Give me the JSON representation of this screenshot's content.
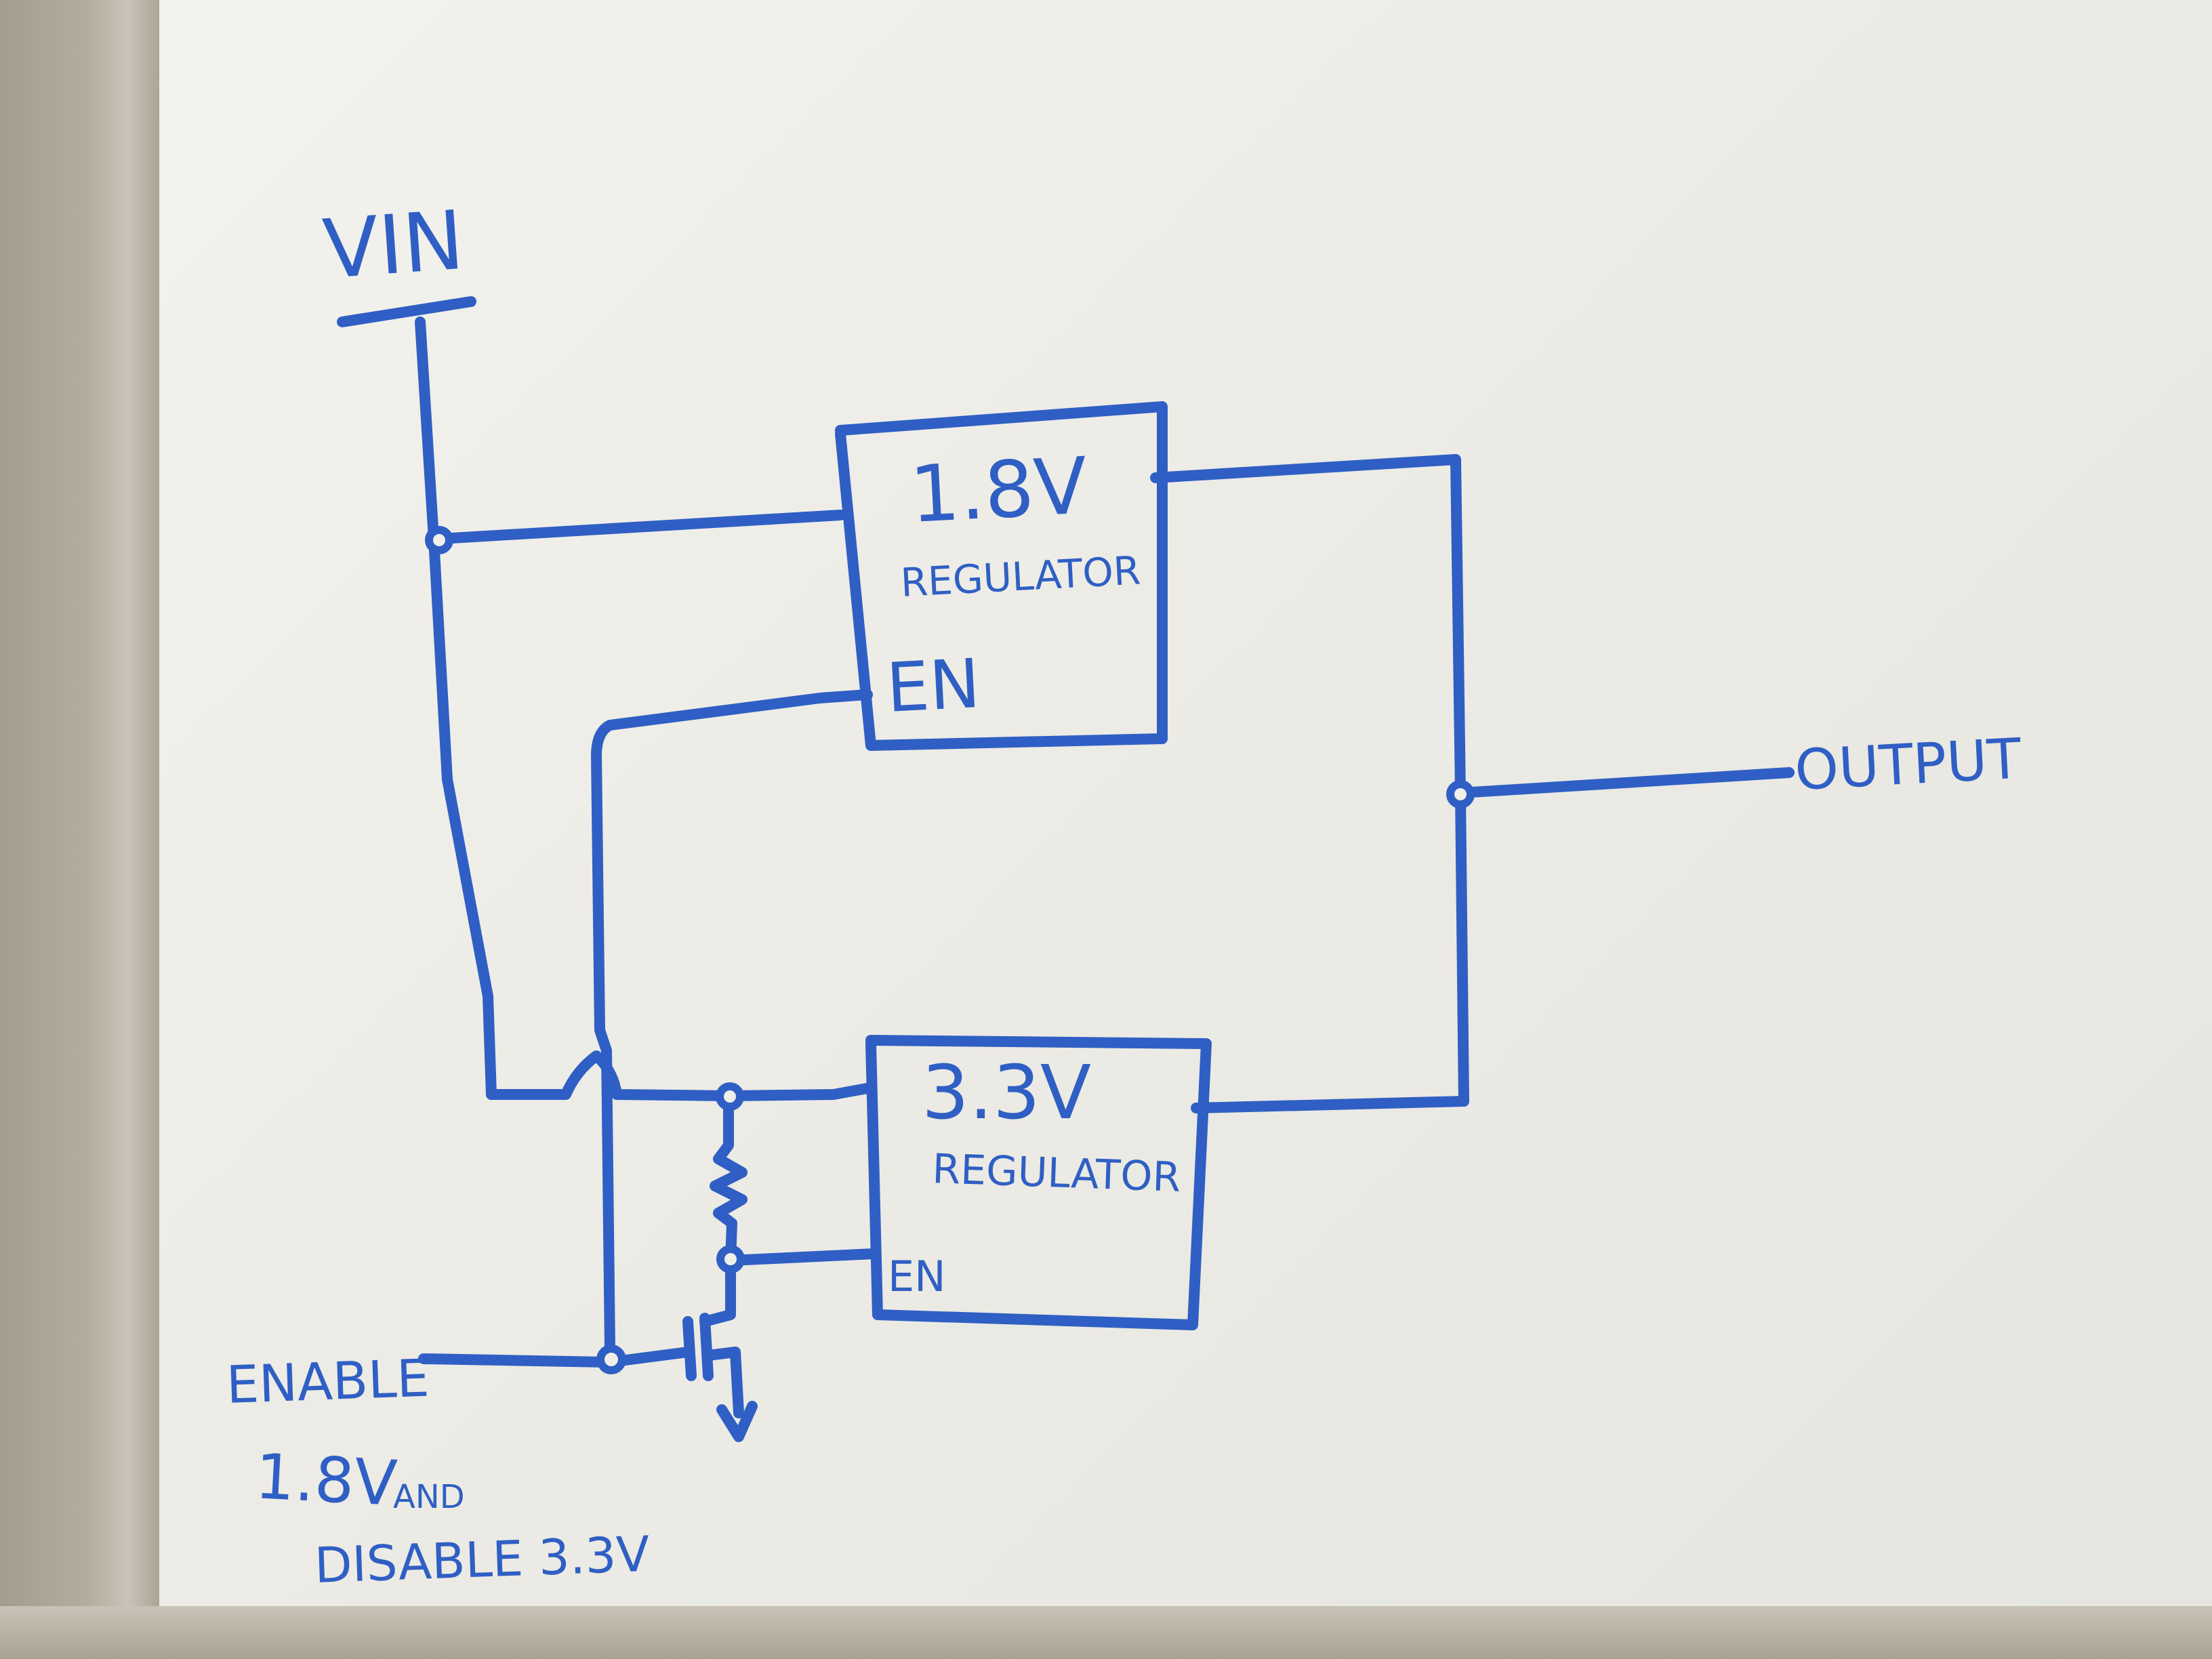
{
  "labels": {
    "vin": "VIN",
    "reg18_voltage": "1.8V",
    "reg18_name": "REGULATOR",
    "reg18_en": "EN",
    "reg33_voltage": "3.3V",
    "reg33_name": "REGULATOR",
    "reg33_en": "EN",
    "output": "OUTPUT",
    "enable_line1": "ENABLE",
    "enable_line2": "1.8V",
    "enable_and": "AND",
    "enable_line3": "DISABLE 3.3V"
  },
  "colors": {
    "ink": "#2f5fc4",
    "board": "#f0efea",
    "frame": "#b9b4a6"
  }
}
